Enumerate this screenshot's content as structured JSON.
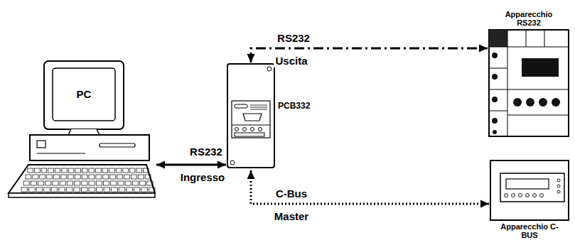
{
  "diagram": {
    "nodes": [
      {
        "text": [
          "PC"
        ]
      },
      {
        "text": [
          "PCB332"
        ]
      },
      {
        "text": [
          "Apparecchio RS232"
        ]
      },
      {
        "text": [
          "Apparecchio C-BUS"
        ]
      }
    ],
    "edges": [
      {
        "from": 0,
        "to": 1,
        "arrow": "both",
        "label": "RS232"
      },
      {
        "from": 1,
        "to": 2,
        "arrow": "both",
        "label": "RS232"
      },
      {
        "from": 1,
        "to": 3,
        "arrow": "both",
        "label": "C-Bus"
      }
    ],
    "labels": [
      "Ingresso",
      "Uscita",
      "Master"
    ]
  }
}
